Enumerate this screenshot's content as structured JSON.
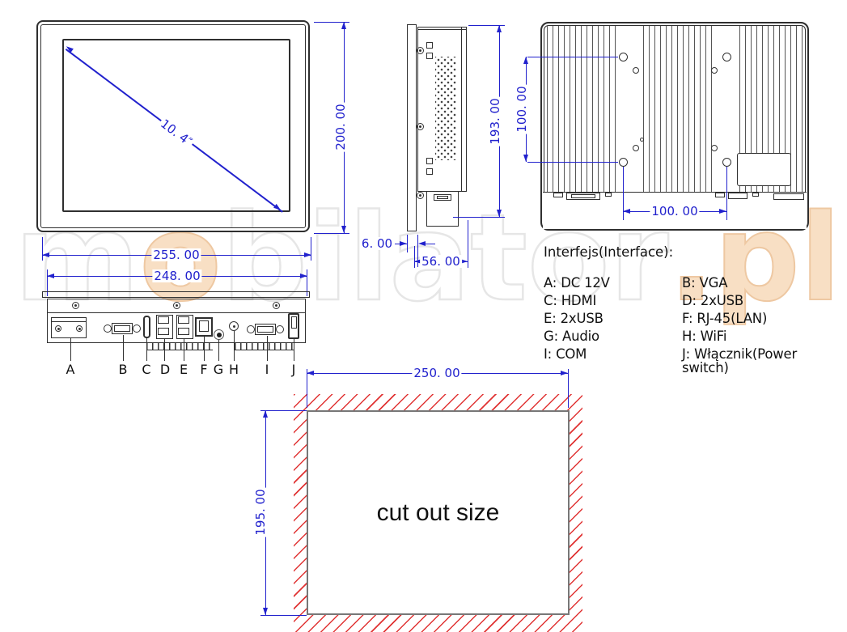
{
  "watermark": {
    "l1": "m",
    "l2": "o",
    "l3": "b",
    "l4": "i",
    "l5": "l",
    "l6": "a",
    "l7": "t",
    "l8": "o",
    "l9": "r",
    "l10": ".pl"
  },
  "front_view": {
    "diagonal_size": "10. 4″",
    "width": "255. 00",
    "height": "200. 00"
  },
  "bottom_view": {
    "width": "248. 00",
    "port_labels": [
      "A",
      "B",
      "C",
      "D",
      "E",
      "F",
      "G",
      "H",
      "I",
      "J"
    ]
  },
  "side_view": {
    "height": "193. 00",
    "bezel_depth": "6. 00",
    "total_depth": "56. 00"
  },
  "back_view": {
    "vesa_vertical": "100. 00",
    "vesa_horizontal": "100. 00"
  },
  "legend": {
    "title": "Interfejs(Interface):",
    "rows": [
      [
        "A: DC 12V",
        "B: VGA"
      ],
      [
        "C: HDMI",
        "D: 2xUSB"
      ],
      [
        "E: 2xUSB",
        "F: RJ-45(LAN)"
      ],
      [
        "G: Audio",
        "H: WiFi"
      ],
      [
        "I: COM",
        "J: Włącznik(Power switch)"
      ]
    ]
  },
  "cutout": {
    "width": "250. 00",
    "height": "195. 00",
    "label": "cut out size"
  },
  "colors": {
    "dimension_blue": "#2121cd",
    "hatch_red": "#e03333",
    "line_dark": "#2f2f2f",
    "cutout_gray": "#777777",
    "watermark_gray": "#e6e6e6",
    "watermark_orange": "#f8dfc4"
  }
}
